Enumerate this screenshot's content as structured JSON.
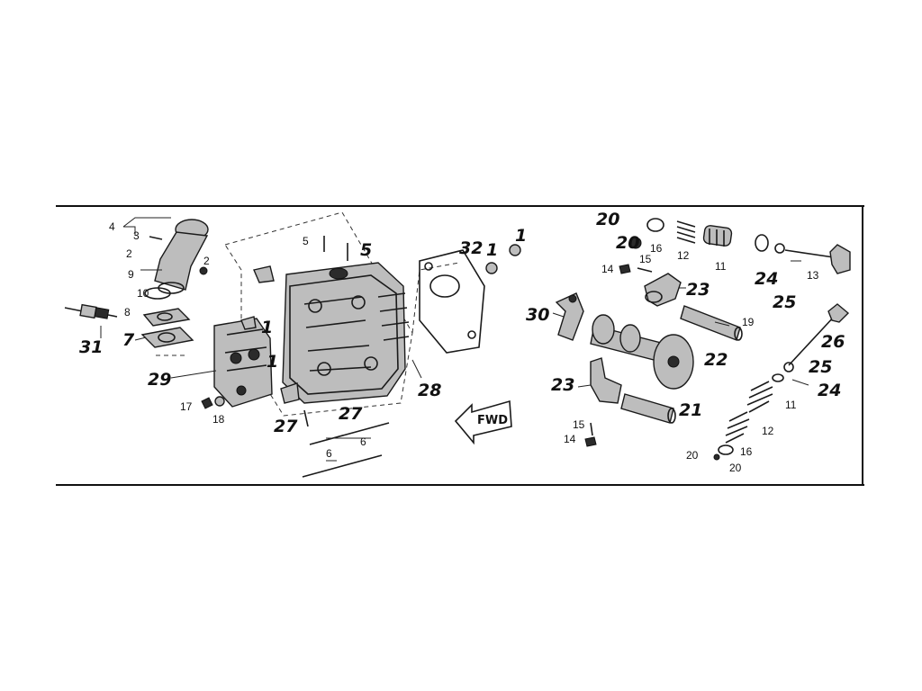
{
  "diagram": {
    "fwd_arrow_text": "FWD",
    "callouts": [
      {
        "id": "c4",
        "text": "4",
        "style": "small"
      },
      {
        "id": "c3",
        "text": "3",
        "style": "small"
      },
      {
        "id": "c2a",
        "text": "2",
        "style": "small"
      },
      {
        "id": "c2b",
        "text": "2",
        "style": "small"
      },
      {
        "id": "c9",
        "text": "9",
        "style": "small"
      },
      {
        "id": "c10",
        "text": "10",
        "style": "small"
      },
      {
        "id": "c8",
        "text": "8",
        "style": "small"
      },
      {
        "id": "c7",
        "text": "7",
        "style": "big"
      },
      {
        "id": "c31",
        "text": "31",
        "style": "big"
      },
      {
        "id": "c29",
        "text": "29",
        "style": "big"
      },
      {
        "id": "c17",
        "text": "17",
        "style": "small"
      },
      {
        "id": "c18",
        "text": "18",
        "style": "small"
      },
      {
        "id": "c1a",
        "text": "1",
        "style": "big"
      },
      {
        "id": "c1b",
        "text": "1",
        "style": "big"
      },
      {
        "id": "c5a",
        "text": "5",
        "style": "small"
      },
      {
        "id": "c5b",
        "text": "5",
        "style": "big"
      },
      {
        "id": "c27a",
        "text": "27",
        "style": "big"
      },
      {
        "id": "c27b",
        "text": "27",
        "style": "big"
      },
      {
        "id": "c6a",
        "text": "6",
        "style": "small"
      },
      {
        "id": "c6b",
        "text": "6",
        "style": "small"
      },
      {
        "id": "c28",
        "text": "28",
        "style": "big"
      },
      {
        "id": "c32",
        "text": "32",
        "style": "big"
      },
      {
        "id": "c1c",
        "text": "1",
        "style": "big"
      },
      {
        "id": "c1d",
        "text": "1",
        "style": "big"
      },
      {
        "id": "c20a",
        "text": "20",
        "style": "big"
      },
      {
        "id": "c20b",
        "text": "20",
        "style": "big"
      },
      {
        "id": "c16a",
        "text": "16",
        "style": "small"
      },
      {
        "id": "c12a",
        "text": "12",
        "style": "small"
      },
      {
        "id": "c11a",
        "text": "11",
        "style": "small"
      },
      {
        "id": "c24a",
        "text": "24",
        "style": "big"
      },
      {
        "id": "c25a",
        "text": "25",
        "style": "big"
      },
      {
        "id": "c13",
        "text": "13",
        "style": "small"
      },
      {
        "id": "c15a",
        "text": "15",
        "style": "small"
      },
      {
        "id": "c14a",
        "text": "14",
        "style": "small"
      },
      {
        "id": "c23a",
        "text": "23",
        "style": "big"
      },
      {
        "id": "c30",
        "text": "30",
        "style": "big"
      },
      {
        "id": "c19",
        "text": "19",
        "style": "small"
      },
      {
        "id": "c22",
        "text": "22",
        "style": "big"
      },
      {
        "id": "c26",
        "text": "26",
        "style": "big"
      },
      {
        "id": "c25b",
        "text": "25",
        "style": "big"
      },
      {
        "id": "c24b",
        "text": "24",
        "style": "big"
      },
      {
        "id": "c23b",
        "text": "23",
        "style": "big"
      },
      {
        "id": "c21",
        "text": "21",
        "style": "big"
      },
      {
        "id": "c11b",
        "text": "11",
        "style": "small"
      },
      {
        "id": "c15b",
        "text": "15",
        "style": "small"
      },
      {
        "id": "c12b",
        "text": "12",
        "style": "small"
      },
      {
        "id": "c14b",
        "text": "14",
        "style": "small"
      },
      {
        "id": "c16b",
        "text": "16",
        "style": "small"
      },
      {
        "id": "c20c",
        "text": "20",
        "style": "small"
      },
      {
        "id": "c20d",
        "text": "20",
        "style": "small"
      }
    ]
  }
}
